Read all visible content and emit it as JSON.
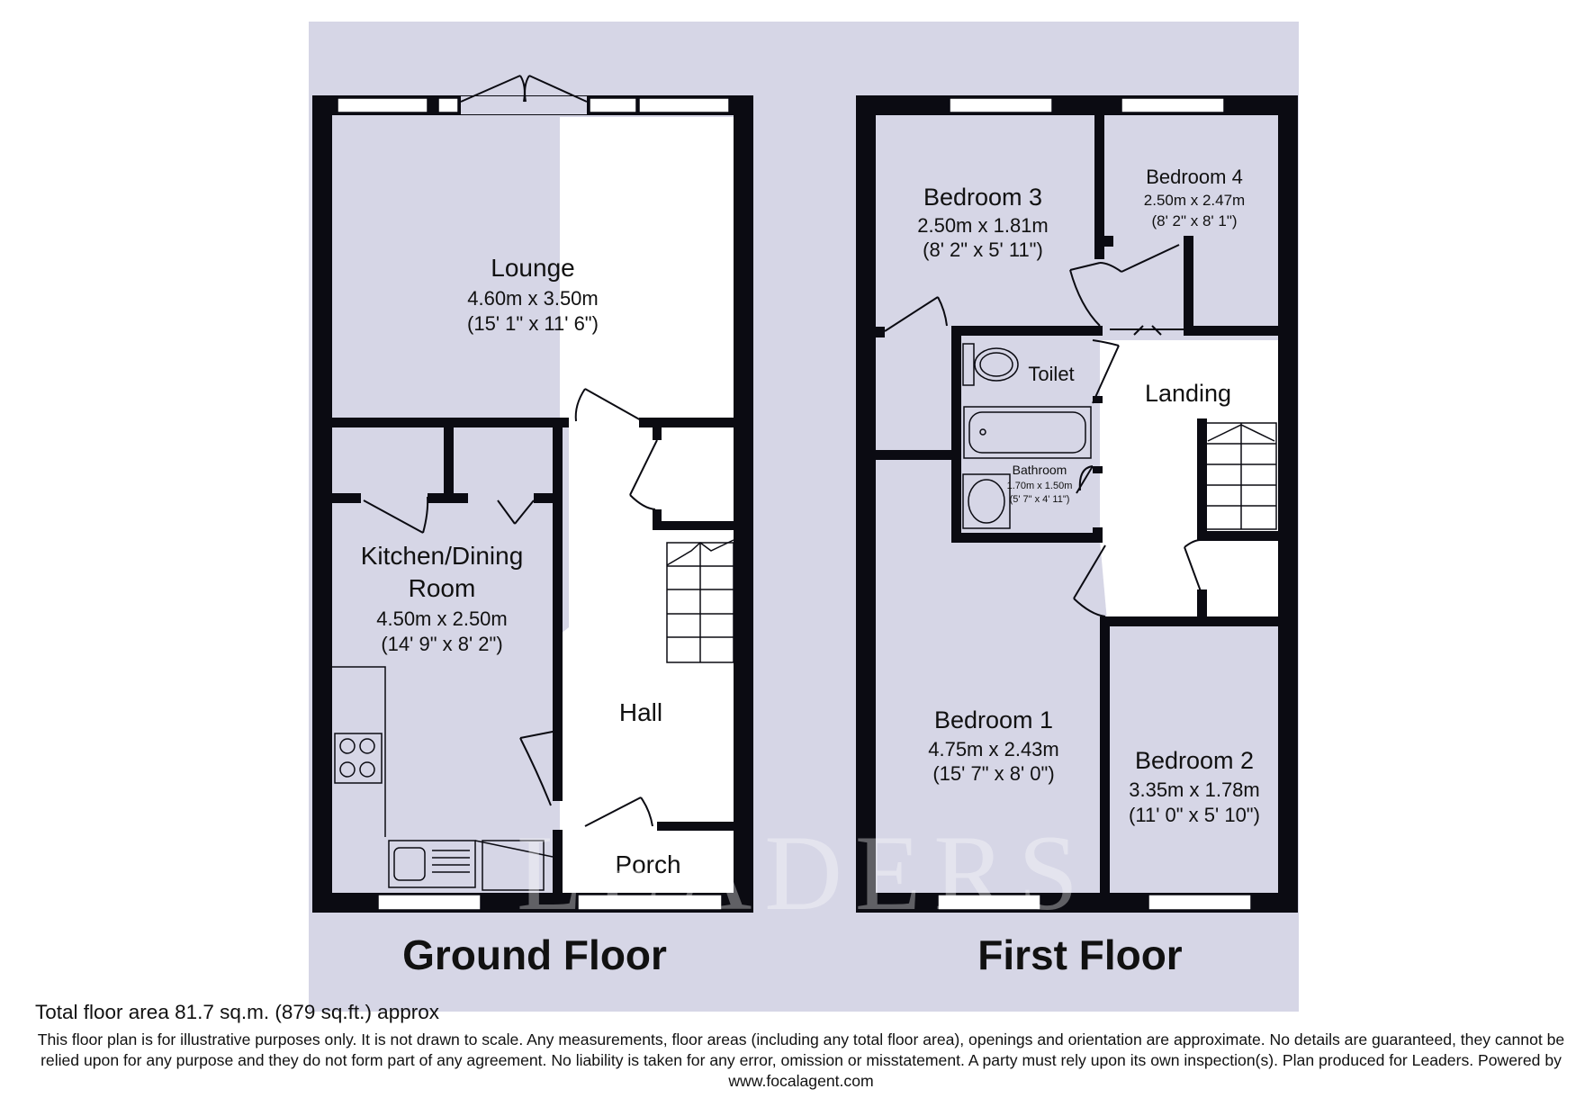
{
  "colors": {
    "background_panel": "#d6d6e6",
    "wall": "#0b0b12",
    "floor": "#ffffff",
    "watermark": "#ffffff"
  },
  "watermark": {
    "text": "LEADERS"
  },
  "ground_floor": {
    "heading": "Ground Floor",
    "lounge": {
      "name": "Lounge",
      "metric": "4.60m x 3.50m",
      "imperial": "(15' 1\" x 11' 6\")"
    },
    "kitchen": {
      "name_line1": "Kitchen/Dining",
      "name_line2": "Room",
      "metric": "4.50m x 2.50m",
      "imperial": "(14' 9\" x 8' 2\")"
    },
    "hall": {
      "name": "Hall"
    },
    "porch": {
      "name": "Porch"
    }
  },
  "first_floor": {
    "heading": "First Floor",
    "bedroom3": {
      "name": "Bedroom 3",
      "metric": "2.50m x 1.81m",
      "imperial": "(8' 2\" x 5' 11\")"
    },
    "bedroom4": {
      "name": "Bedroom 4",
      "metric": "2.50m x 2.47m",
      "imperial": "(8' 2\" x 8' 1\")"
    },
    "toilet": {
      "name": "Toilet"
    },
    "landing": {
      "name": "Landing"
    },
    "bathroom": {
      "name": "Bathroom",
      "metric": "1.70m x 1.50m",
      "imperial": "(5' 7\" x 4' 11\")"
    },
    "bedroom1": {
      "name": "Bedroom 1",
      "metric": "4.75m x 2.43m",
      "imperial": "(15' 7\" x 8' 0\")"
    },
    "bedroom2": {
      "name": "Bedroom 2",
      "metric": "3.35m x 1.78m",
      "imperial": "(11' 0\" x 5' 10\")"
    }
  },
  "footer": {
    "total_area": "Total floor area 81.7 sq.m. (879 sq.ft.) approx",
    "disclaimer": "This floor plan is for illustrative purposes only. It is not drawn to scale. Any measurements, floor areas (including any total floor area), openings and orientation are approximate. No details are guaranteed, they cannot be relied upon for any purpose and they do not form part of any agreement. No liability is taken for any error, omission or misstatement. A party must rely upon its own inspection(s). Plan produced for Leaders. Powered by www.focalagent.com"
  }
}
